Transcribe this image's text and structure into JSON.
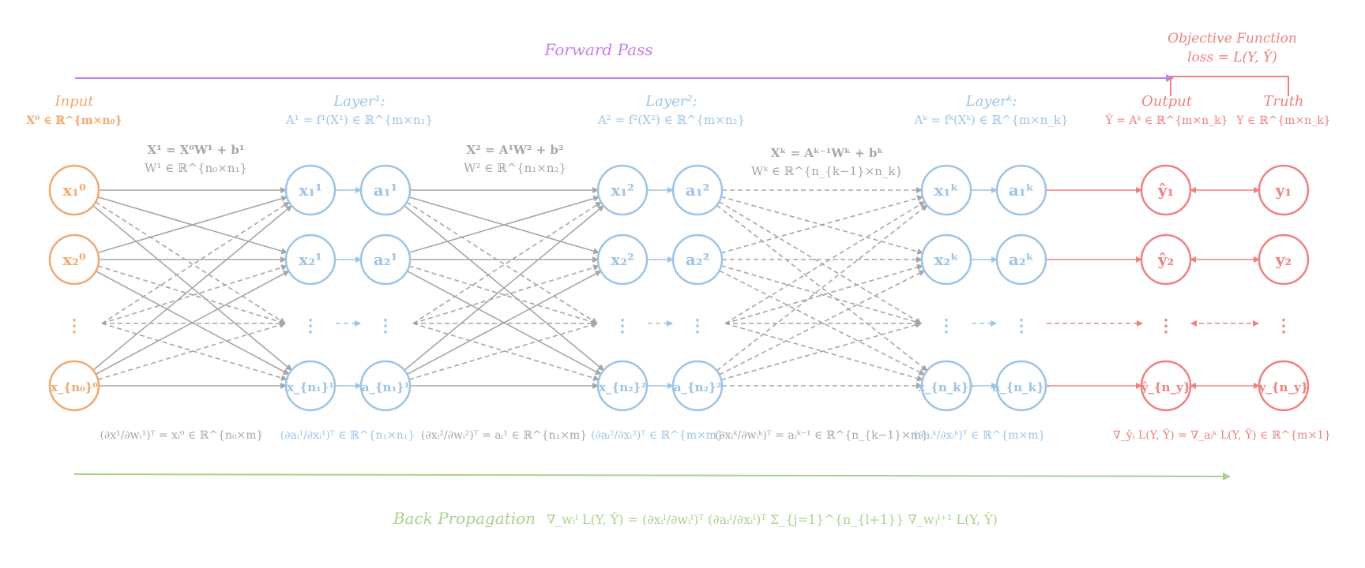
{
  "colors": {
    "input": "#F2A872",
    "hidden": "#9DC3E6",
    "output": "#F08080",
    "weights": "#A6A6A6",
    "forward": "#C47FE8",
    "backward": "#A9D18E"
  },
  "forward_pass": {
    "label": "Forward Pass"
  },
  "objective": {
    "title": "Objective Function",
    "formula": "loss = L(Y, Ŷ)"
  },
  "input": {
    "title": "Input",
    "formula": "X⁰ ∈ ℝ^{m×n₀}"
  },
  "layer1": {
    "title": "Layer¹:",
    "formula": "A¹ = f¹(X¹) ∈ ℝ^{m×n₁}"
  },
  "layer2": {
    "title": "Layer²:",
    "formula": "A² = f²(X²)  ∈ ℝ^{m×n₂}"
  },
  "layerk": {
    "title": "Layerᵏ:",
    "formula": "Aᵏ = fᵏ(Xᵏ) ∈ ℝ^{m×n_k}"
  },
  "output": {
    "title": "Output",
    "formula": "Ŷ = Aᵏ ∈ ℝ^{m×n_k}"
  },
  "truth": {
    "title": "Truth",
    "formula": "Y ∈ ℝ^{m×n_k}"
  },
  "weights1": {
    "line1": "X¹ = X⁰W¹ + b¹",
    "line2": "W¹ ∈ ℝ^{n₀×n₁}"
  },
  "weights2": {
    "line1": "X² = A¹W² + b²",
    "line2": "W² ∈ ℝ^{n₁×n₂}"
  },
  "weightsk": {
    "line1": "Xᵏ = Aᵏ⁻¹Wᵏ + bᵏ",
    "line2": "Wᵏ ∈ ℝ^{n_{k−1}×n_k}"
  },
  "nodes": {
    "input": [
      "x₁⁰",
      "x₂⁰",
      "x_{n₀}⁰"
    ],
    "x1": [
      "x₁¹",
      "x₂¹",
      "x_{n₁}¹"
    ],
    "a1": [
      "a₁¹",
      "a₂¹",
      "a_{n₁}¹"
    ],
    "x2": [
      "x₁²",
      "x₂²",
      "x_{n₂}²"
    ],
    "a2": [
      "a₁²",
      "a₂²",
      "a_{n₂}²"
    ],
    "xk": [
      "x₁ᵏ",
      "x₂ᵏ",
      "x_{n_k}ᵏ"
    ],
    "ak": [
      "a₁ᵏ",
      "a₂ᵏ",
      "a_{n_k}ᵏ"
    ],
    "yhat": [
      "ŷ₁",
      "ŷ₂",
      "ŷ_{n_y}"
    ],
    "y": [
      "y₁",
      "y₂",
      "y_{n_y}"
    ]
  },
  "derivatives": {
    "d1": "(∂x¹/∂wᵢ¹)ᵀ = xᵢ⁰ ∈ ℝ^{n₀×m}",
    "d2": "(∂aᵢ¹/∂xᵢ¹)ᵀ ∈ ℝ^{n₁×n₁}",
    "d3": "(∂xᵢ²/∂wᵢ²)ᵀ = aᵢ¹ ∈ ℝ^{n₁×m}",
    "d4": "(∂aᵢ²/∂xᵢ²)ᵀ ∈ ℝ^{m×m}",
    "d5": "(∂xᵢᵏ/∂wᵢᵏ)ᵀ = aᵢᵏ⁻¹ ∈ ℝ^{n_{k−1}×m}",
    "d6": "(∂aᵢᵏ/∂xᵢᵏ)ᵀ ∈ ℝ^{m×m}",
    "d7": "∇_ŷᵢ L(Y, Ŷ) = ∇_aᵢᵏ L(Y, Ŷ) ∈ ℝ^{m×1}"
  },
  "back_propagation": {
    "label": "Back Propagation",
    "formula": "∇_wᵢˡ L(Y, Ŷ) = (∂xᵢˡ/∂wᵢˡ)ᵀ (∂aᵢˡ/∂xᵢˡ)ᵀ Σ_{j=1}^{n_{l+1}} ∇_wⱼˡ⁺¹ L(Y, Ŷ)"
  }
}
